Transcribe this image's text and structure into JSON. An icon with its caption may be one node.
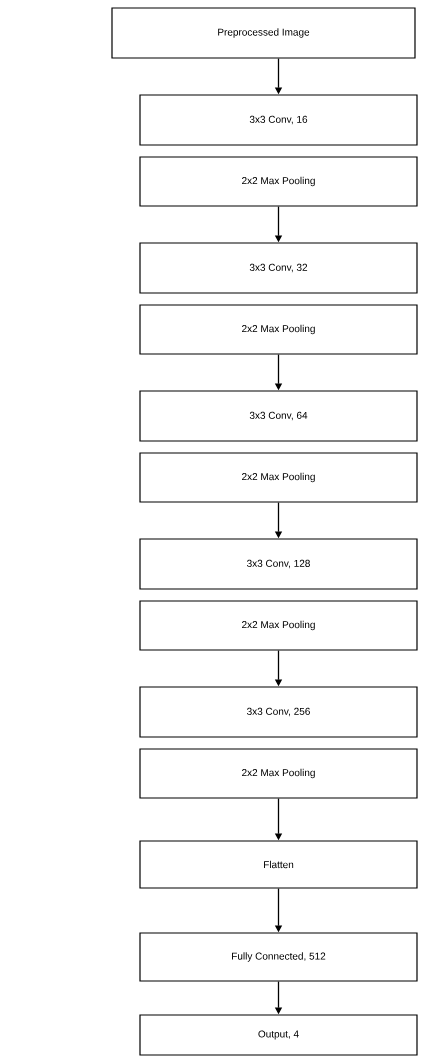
{
  "diagram": {
    "nodes": [
      {
        "text": [
          "Preprocessed Image"
        ]
      },
      {
        "text": [
          "3x3 Conv, 16"
        ]
      },
      {
        "text": [
          "2x2 Max Pooling"
        ]
      },
      {
        "text": [
          "3x3 Conv, 32"
        ]
      },
      {
        "text": [
          "2x2 Max Pooling"
        ]
      },
      {
        "text": [
          "3x3 Conv, 64"
        ]
      },
      {
        "text": [
          "2x2 Max Pooling"
        ]
      },
      {
        "text": [
          "3x3 Conv, 128"
        ]
      },
      {
        "text": [
          "2x2 Max Pooling"
        ]
      },
      {
        "text": [
          "3x3 Conv, 256"
        ]
      },
      {
        "text": [
          "2x2 Max Pooling"
        ]
      },
      {
        "text": [
          "Flatten"
        ]
      },
      {
        "text": [
          "Fully Connected, 512"
        ]
      },
      {
        "text": [
          "Output, 4"
        ]
      }
    ],
    "edges": [
      {
        "from": 0,
        "to": 1,
        "arrow": "to"
      },
      {
        "from": 2,
        "to": 3,
        "arrow": "to"
      },
      {
        "from": 4,
        "to": 5,
        "arrow": "to"
      },
      {
        "from": 6,
        "to": 7,
        "arrow": "to"
      },
      {
        "from": 8,
        "to": 9,
        "arrow": "to"
      },
      {
        "from": 10,
        "to": 11,
        "arrow": "to"
      },
      {
        "from": 11,
        "to": 12,
        "arrow": "to"
      },
      {
        "from": 12,
        "to": 13,
        "arrow": "to"
      }
    ]
  }
}
